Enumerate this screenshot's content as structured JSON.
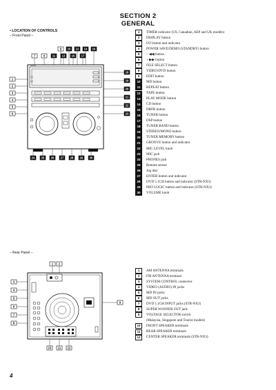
{
  "header": {
    "section": "SECTION 2",
    "title": "GENERAL"
  },
  "location_heading": "LOCATION OF CONTROLS",
  "front_panel": {
    "label": "– Front Panel –",
    "brand": "SONY",
    "items": [
      {
        "n": "1",
        "text": "TIMER indicator (US, Canadian, AEP and UK models)",
        "filled": false
      },
      {
        "n": "2",
        "text": "DISPLAY button",
        "filled": false
      },
      {
        "n": "3",
        "text": "I/⏻ button and indicator",
        "filled": false
      },
      {
        "n": "4",
        "text": "POWER SAVE/DEMO (STANDBY) button",
        "filled": false
      },
      {
        "n": "5",
        "text": "– ◀◀ button",
        "filled": false
      },
      {
        "n": "6",
        "text": "+ ▶▶ button",
        "filled": false
      },
      {
        "n": "7",
        "text": "FILE SELECT button",
        "filled": false
      },
      {
        "n": "8",
        "text": "VIDEO/DVD button",
        "filled": false
      },
      {
        "n": "9",
        "text": "EDIT button",
        "filled": false
      },
      {
        "n": "10",
        "text": "MD button",
        "filled": true
      },
      {
        "n": "11",
        "text": "REPEAT button",
        "filled": true
      },
      {
        "n": "12",
        "text": "TAPE button",
        "filled": true
      },
      {
        "n": "13",
        "text": "PLAY MODE button",
        "filled": true
      },
      {
        "n": "14",
        "text": "CD button",
        "filled": true
      },
      {
        "n": "15",
        "text": "DBFB button",
        "filled": true
      },
      {
        "n": "16",
        "text": "TUNER button",
        "filled": true
      },
      {
        "n": "17",
        "text": "DSP button",
        "filled": true
      },
      {
        "n": "18",
        "text": "TUNER BAND button",
        "filled": true
      },
      {
        "n": "19",
        "text": "STEREO/MONO button",
        "filled": true
      },
      {
        "n": "20",
        "text": "TUNER MEMORY button",
        "filled": true
      },
      {
        "n": "21",
        "text": "GROOVE button and indicator",
        "filled": true
      },
      {
        "n": "22",
        "text": "MIC LEVEL knob",
        "filled": true
      },
      {
        "n": "23",
        "text": "MIC jack",
        "filled": true
      },
      {
        "n": "24",
        "text": "PHONES jack",
        "filled": true
      },
      {
        "n": "25",
        "text": "Remote sensor",
        "filled": true
      },
      {
        "n": "26",
        "text": "Jog dial",
        "filled": true
      },
      {
        "n": "27",
        "text": "ENTER button and indicator",
        "filled": true
      },
      {
        "n": "28",
        "text": "DVD 5.1CH button and indicator (STR-NX3)",
        "filled": true
      },
      {
        "n": "29",
        "text": "PRO LOGIC button and indicator (STR-NX3)",
        "filled": true
      },
      {
        "n": "30",
        "text": "VOLUME knob",
        "filled": true
      }
    ],
    "callouts": {
      "top1": [
        "8",
        "10",
        "12",
        "14",
        "16"
      ],
      "top2": [
        "7",
        "9",
        "11",
        "13",
        "15",
        "17"
      ],
      "left": [
        "1",
        "2",
        "3",
        "4",
        "5",
        "6"
      ],
      "right": [
        "18",
        "19",
        "20",
        "21",
        "22",
        "23"
      ],
      "bottom": [
        "24",
        "25",
        "26",
        "27",
        "28",
        "29",
        "30"
      ]
    }
  },
  "rear_panel": {
    "label": "– Rear Panel –",
    "items": [
      {
        "n": "1",
        "text": "AM ANTENNA terminals"
      },
      {
        "n": "2",
        "text": "FM ANTENNA terminal"
      },
      {
        "n": "3",
        "text": "SYSTEM CONTROL connector"
      },
      {
        "n": "4",
        "text": "VIDEO (AUDIO) IN jacks"
      },
      {
        "n": "5",
        "text": "MD IN jacks"
      },
      {
        "n": "6",
        "text": "MD OUT jacks"
      },
      {
        "n": "7",
        "text": "DVD 5.1CH INPUT jacks (STR-NX3)"
      },
      {
        "n": "8",
        "text": "SUPER WOOFER OUT jack"
      },
      {
        "n": "9",
        "text": "VOLTAGE SELECTOR switch"
      },
      {
        "n": "",
        "text": "(Malaysia, Singapore and Tourist models)"
      },
      {
        "n": "10",
        "text": "FRONT SPEAKER terminals"
      },
      {
        "n": "11",
        "text": "REAR SPEAKER terminals"
      },
      {
        "n": "12",
        "text": "CENTER SPEAKER terminals (STR-NX3)"
      }
    ],
    "callouts": {
      "top": [
        "1",
        "2"
      ],
      "left": [
        "3",
        "4",
        "5",
        "6",
        "7",
        "8"
      ],
      "right": [
        "9"
      ],
      "bottom": [
        "10",
        "11",
        "12"
      ]
    }
  },
  "page_number": "4"
}
